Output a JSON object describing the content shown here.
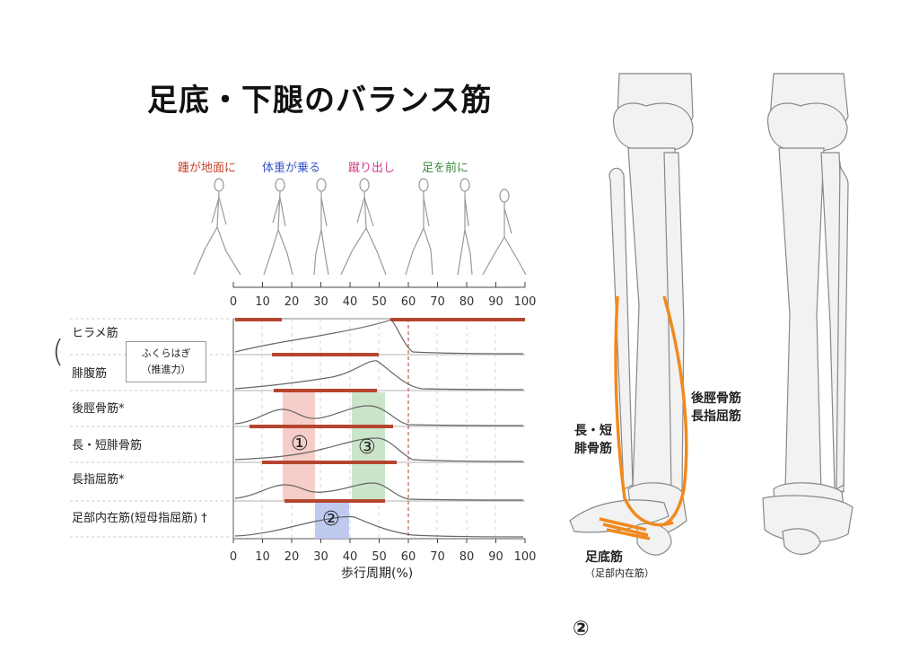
{
  "title": "足底・下腿のバランス筋",
  "phases": [
    {
      "label": "踵が地面に",
      "color": "#c8412b"
    },
    {
      "label": "体重が乗る",
      "color": "#3a55c8"
    },
    {
      "label": "蹴り出し",
      "color": "#d63a8c"
    },
    {
      "label": "足を前に",
      "color": "#3a8a3a"
    }
  ],
  "top_axis_ticks": [
    "0",
    "10",
    "20",
    "30",
    "40",
    "50",
    "60",
    "70",
    "80",
    "90",
    "100"
  ],
  "bottom_axis_ticks": [
    "0",
    "10",
    "20",
    "30",
    "40",
    "50",
    "60",
    "70",
    "80",
    "90",
    "100"
  ],
  "x_axis_label": "歩行周期(%)",
  "calf_box": {
    "line1": "ふくらはぎ",
    "line2": "（推進力）"
  },
  "paren": "(",
  "rows": [
    {
      "label": "ヒラメ筋"
    },
    {
      "label": "腓腹筋"
    },
    {
      "label": "後脛骨筋*"
    },
    {
      "label": "長・短腓骨筋"
    },
    {
      "label": "長指屈筋*"
    },
    {
      "label": "足部内在筋(短母指屈筋) †"
    }
  ],
  "markers": {
    "m1": "①",
    "m2": "②",
    "m3": "③"
  },
  "anatomy_labels": {
    "peroneus_line1": "長・短",
    "peroneus_line2": "腓骨筋",
    "tibialis_line1": "後脛骨筋",
    "tibialis_line2": "長指屈筋",
    "foot_line1": "足底筋",
    "foot_line2": "（足部内在筋）"
  },
  "bottom_marker": "②",
  "colors": {
    "bar": "#b5452e",
    "orange": "#f08a1e",
    "pink": "#f3c4c0",
    "blue": "#b9c4f0",
    "green": "#c2e0c2",
    "dash_red": "#c0392b"
  }
}
